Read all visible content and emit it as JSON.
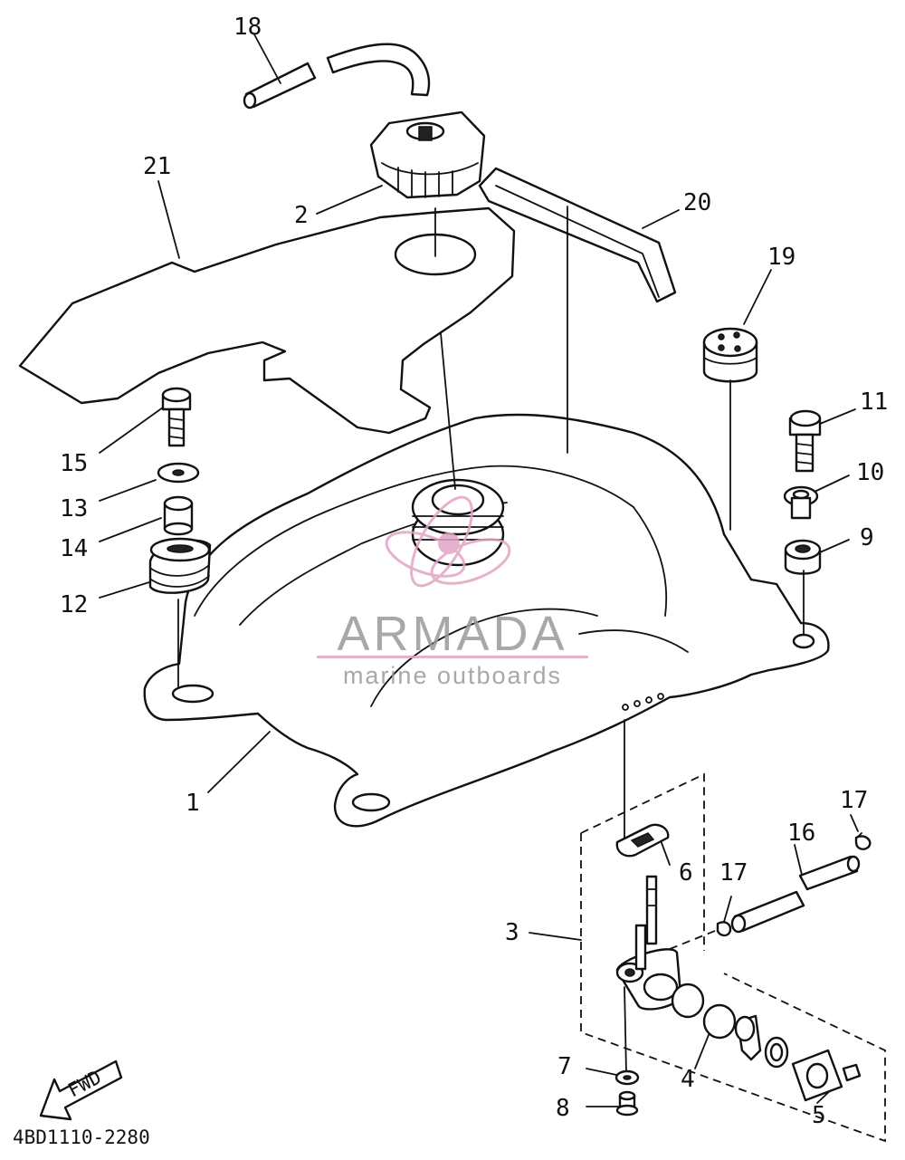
{
  "diagram": {
    "callouts": [
      {
        "id": "c18",
        "text": "18"
      },
      {
        "id": "c21",
        "text": "21"
      },
      {
        "id": "c2",
        "text": "2"
      },
      {
        "id": "c20",
        "text": "20"
      },
      {
        "id": "c19",
        "text": "19"
      },
      {
        "id": "c11",
        "text": "11"
      },
      {
        "id": "c10",
        "text": "10"
      },
      {
        "id": "c9",
        "text": "9"
      },
      {
        "id": "c15",
        "text": "15"
      },
      {
        "id": "c13",
        "text": "13"
      },
      {
        "id": "c14",
        "text": "14"
      },
      {
        "id": "c12",
        "text": "12"
      },
      {
        "id": "c1",
        "text": "1"
      },
      {
        "id": "c17a",
        "text": "17"
      },
      {
        "id": "c16",
        "text": "16"
      },
      {
        "id": "c6",
        "text": "6"
      },
      {
        "id": "c17b",
        "text": "17"
      },
      {
        "id": "c3",
        "text": "3"
      },
      {
        "id": "c7",
        "text": "7"
      },
      {
        "id": "c4",
        "text": "4"
      },
      {
        "id": "c8",
        "text": "8"
      },
      {
        "id": "c5",
        "text": "5"
      }
    ],
    "fwd_label": "FWD",
    "diagram_code": "4BD1110-2280"
  },
  "watermark": {
    "title": "ARMADA",
    "subtitle": "marine outboards",
    "logo_color": "#e2a4c4",
    "text_color": "#9a9a9a"
  }
}
